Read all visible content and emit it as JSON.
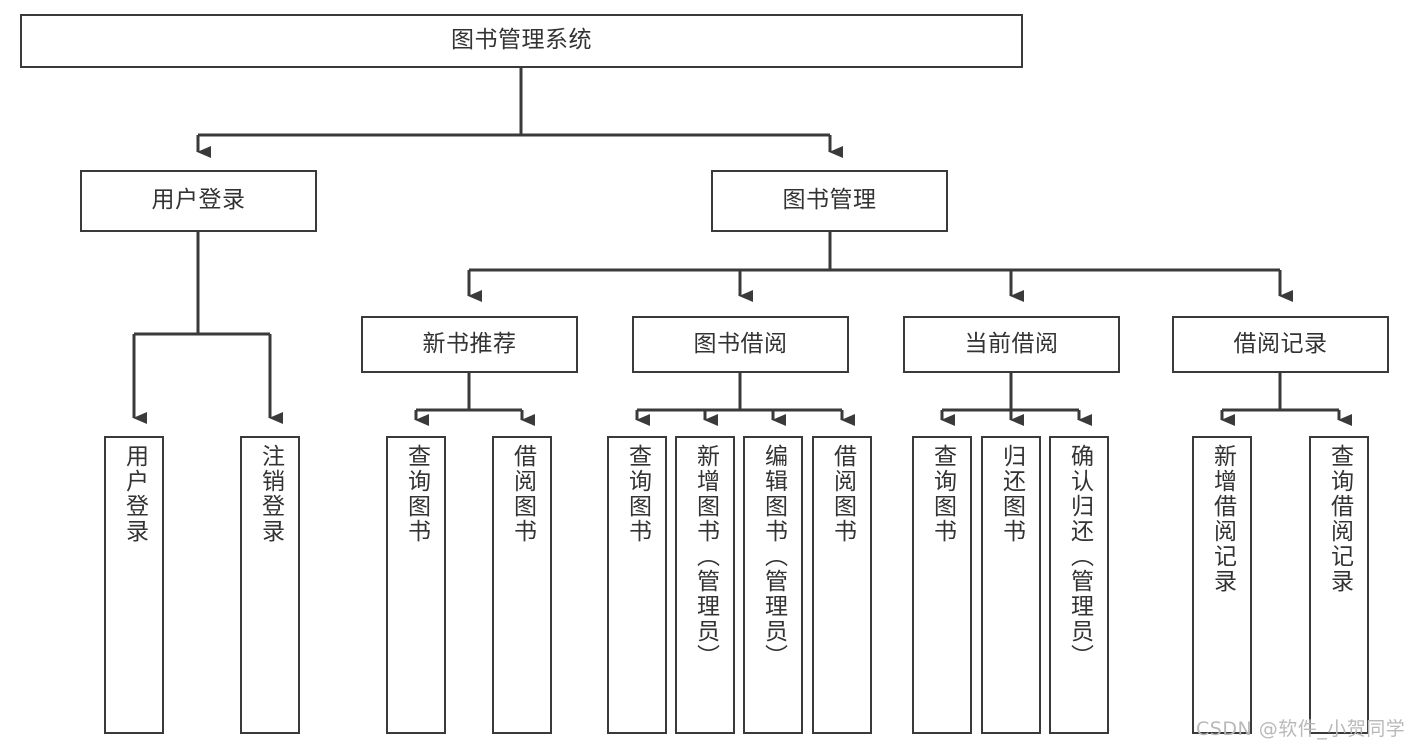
{
  "diagram": {
    "title": "图书管理系统",
    "watermark": "CSDN @软件_小贺同学",
    "colors": {
      "stroke": "#3a3a3a",
      "box_fill": "#ffffff",
      "text": "#333333",
      "background": "#ffffff",
      "watermark": "#b9b9b9"
    },
    "nodes": {
      "root": {
        "label": "图书管理系统"
      },
      "level2": [
        {
          "label": "用户登录"
        },
        {
          "label": "图书管理"
        }
      ],
      "level3": [
        {
          "label": "新书推荐"
        },
        {
          "label": "图书借阅"
        },
        {
          "label": "当前借阅"
        },
        {
          "label": "借阅记录"
        }
      ],
      "leaves": {
        "user_login": [
          {
            "label": "用户登录"
          },
          {
            "label": "注销登录"
          }
        ],
        "new_book_recommend": [
          {
            "label": "查询图书"
          },
          {
            "label": "借阅图书"
          }
        ],
        "book_borrow": [
          {
            "label": "查询图书"
          },
          {
            "label": "新增图书（管理员）"
          },
          {
            "label": "编辑图书（管理员）"
          },
          {
            "label": "借阅图书"
          }
        ],
        "current_borrow": [
          {
            "label": "查询图书"
          },
          {
            "label": "归还图书"
          },
          {
            "label": "确认归还（管理员）"
          }
        ],
        "borrow_record": [
          {
            "label": "新增借阅记录"
          },
          {
            "label": "查询借阅记录"
          }
        ]
      }
    }
  }
}
